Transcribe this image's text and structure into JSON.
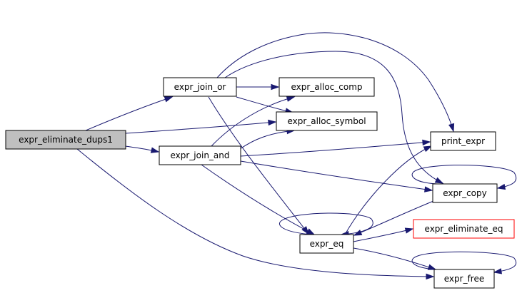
{
  "graph": {
    "colors": {
      "edge": "#191970",
      "node_border": "#000000",
      "node_fill": "#ffffff",
      "root_fill": "#bfbfbf",
      "special_border": "#ff0000"
    },
    "nodes": [
      {
        "id": "dups1",
        "label": "expr_eliminate_dups1",
        "style": "root"
      },
      {
        "id": "join_or",
        "label": "expr_join_or",
        "style": "normal"
      },
      {
        "id": "alloc_comp",
        "label": "expr_alloc_comp",
        "style": "normal"
      },
      {
        "id": "alloc_symbol",
        "label": "expr_alloc_symbol",
        "style": "normal"
      },
      {
        "id": "join_and",
        "label": "expr_join_and",
        "style": "normal"
      },
      {
        "id": "print_expr",
        "label": "print_expr",
        "style": "normal"
      },
      {
        "id": "copy",
        "label": "expr_copy",
        "style": "normal"
      },
      {
        "id": "eq",
        "label": "expr_eq",
        "style": "normal"
      },
      {
        "id": "elim_eq",
        "label": "expr_eliminate_eq",
        "style": "special"
      },
      {
        "id": "free",
        "label": "expr_free",
        "style": "normal"
      }
    ],
    "edges": [
      {
        "from": "dups1",
        "to": "join_or"
      },
      {
        "from": "dups1",
        "to": "alloc_symbol"
      },
      {
        "from": "dups1",
        "to": "join_and"
      },
      {
        "from": "dups1",
        "to": "free"
      },
      {
        "from": "join_or",
        "to": "alloc_comp"
      },
      {
        "from": "join_or",
        "to": "alloc_symbol"
      },
      {
        "from": "join_or",
        "to": "print_expr"
      },
      {
        "from": "join_or",
        "to": "copy"
      },
      {
        "from": "join_or",
        "to": "eq"
      },
      {
        "from": "join_and",
        "to": "alloc_comp"
      },
      {
        "from": "join_and",
        "to": "alloc_symbol"
      },
      {
        "from": "join_and",
        "to": "print_expr"
      },
      {
        "from": "join_and",
        "to": "copy"
      },
      {
        "from": "join_and",
        "to": "eq"
      },
      {
        "from": "eq",
        "to": "eq"
      },
      {
        "from": "eq",
        "to": "print_expr"
      },
      {
        "from": "eq",
        "to": "elim_eq"
      },
      {
        "from": "eq",
        "to": "free"
      },
      {
        "from": "copy",
        "to": "copy"
      },
      {
        "from": "copy",
        "to": "eq"
      },
      {
        "from": "free",
        "to": "free"
      }
    ]
  }
}
